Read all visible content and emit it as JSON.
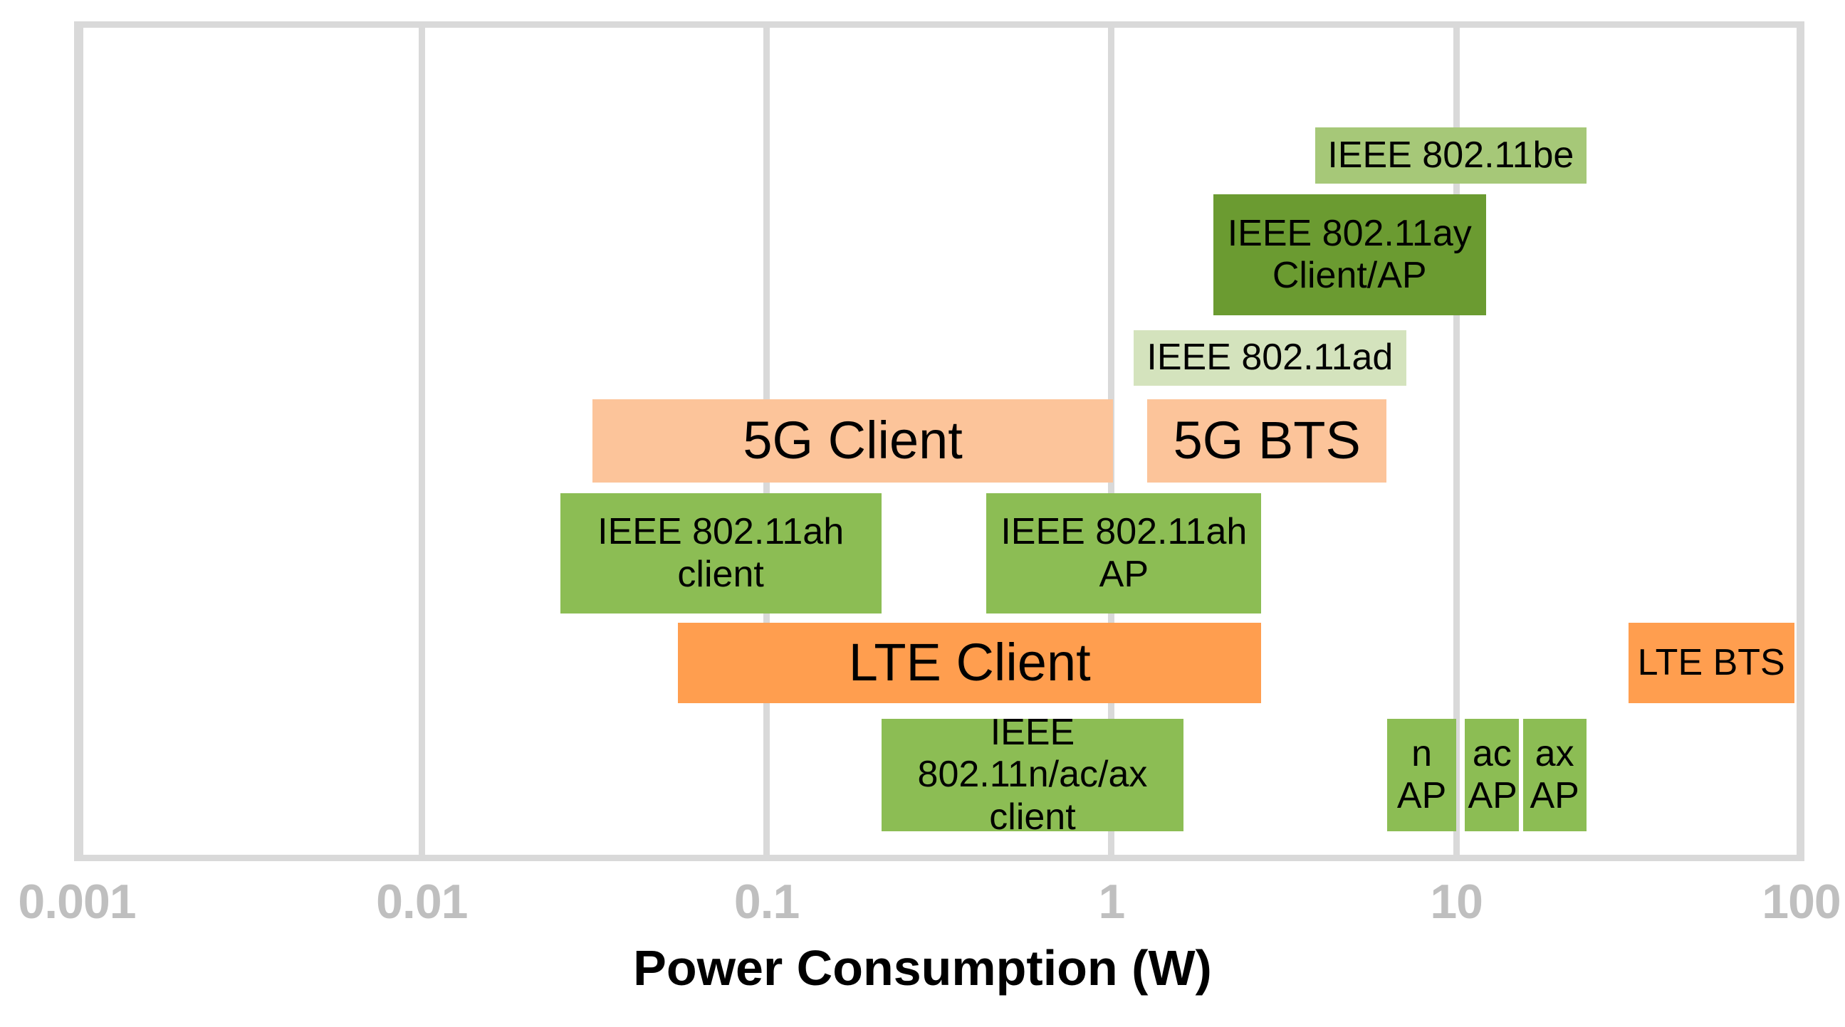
{
  "chart_data": {
    "type": "bar",
    "orientation": "horizontal-range",
    "title": "",
    "xlabel": "Power Consumption (W)",
    "ylabel": "",
    "xscale": "log",
    "xlim": [
      0.001,
      100
    ],
    "xticks": [
      "0.001",
      "0.01",
      "0.1",
      "1",
      "10",
      "100"
    ],
    "xtick_values": [
      0.001,
      0.01,
      0.1,
      1,
      10,
      100
    ],
    "grid": true,
    "legend": "none",
    "colors": {
      "green_light": "#a6c878",
      "green_dark": "#6b9b31",
      "green_pale": "#d4e3bd",
      "green_medium": "#8cbd54",
      "orange_pale": "#fcc49a",
      "orange_strong": "#ff9e4f",
      "grid": "#d9d9d9",
      "tick_text": "#bfbfbf",
      "label_text": "#000000"
    },
    "bars": [
      {
        "label": "IEEE 802.11be",
        "x_start": 3.9,
        "x_end": 23.8,
        "row": 0,
        "color": "#a6c878",
        "font_size": 52
      },
      {
        "label": "IEEE 802.11ay\nClient/AP",
        "x_start": 1.97,
        "x_end": 12.2,
        "row": 1,
        "color": "#6b9b31",
        "font_size": 52
      },
      {
        "label": "IEEE 802.11ad",
        "x_start": 1.16,
        "x_end": 7.15,
        "row": 2,
        "color": "#d4e3bd",
        "font_size": 52
      },
      {
        "label": "5G Client",
        "x_start": 0.0313,
        "x_end": 1.01,
        "row": 3,
        "color": "#fcc49a",
        "font_size": 74
      },
      {
        "label": "5G BTS",
        "x_start": 1.27,
        "x_end": 6.28,
        "row": 3,
        "color": "#fcc49a",
        "font_size": 74
      },
      {
        "label": "IEEE 802.11ah\nclient",
        "x_start": 0.0252,
        "x_end": 0.215,
        "row": 4,
        "color": "#8cbd54",
        "font_size": 52
      },
      {
        "label": "IEEE 802.11ah\nAP",
        "x_start": 0.434,
        "x_end": 2.72,
        "row": 4,
        "color": "#8cbd54",
        "font_size": 52
      },
      {
        "label": "LTE Client",
        "x_start": 0.0553,
        "x_end": 2.72,
        "row": 5,
        "color": "#ff9e4f",
        "font_size": 74
      },
      {
        "label": "LTE BTS",
        "x_start": 31.5,
        "x_end": 95.5,
        "row": 5,
        "color": "#ff9e4f",
        "font_size": 52
      },
      {
        "label": "IEEE 802.11n/ac/ax\nclient",
        "x_start": 0.215,
        "x_end": 1.62,
        "row": 6,
        "color": "#8cbd54",
        "font_size": 52
      },
      {
        "label": "n\nAP",
        "x_start": 6.3,
        "x_end": 10.0,
        "row": 6,
        "color": "#8cbd54",
        "font_size": 52
      },
      {
        "label": "ac\nAP",
        "x_start": 10.6,
        "x_end": 15.2,
        "row": 6,
        "color": "#8cbd54",
        "font_size": 52
      },
      {
        "label": "ax\nAP",
        "x_start": 15.6,
        "x_end": 23.8,
        "row": 6,
        "color": "#8cbd54",
        "font_size": 52
      }
    ],
    "row_geometry": [
      {
        "top": 179,
        "height": 79
      },
      {
        "top": 273,
        "height": 170
      },
      {
        "top": 464,
        "height": 78
      },
      {
        "top": 561,
        "height": 117
      },
      {
        "top": 693,
        "height": 169
      },
      {
        "top": 875,
        "height": 113
      },
      {
        "top": 1010,
        "height": 158
      }
    ]
  }
}
